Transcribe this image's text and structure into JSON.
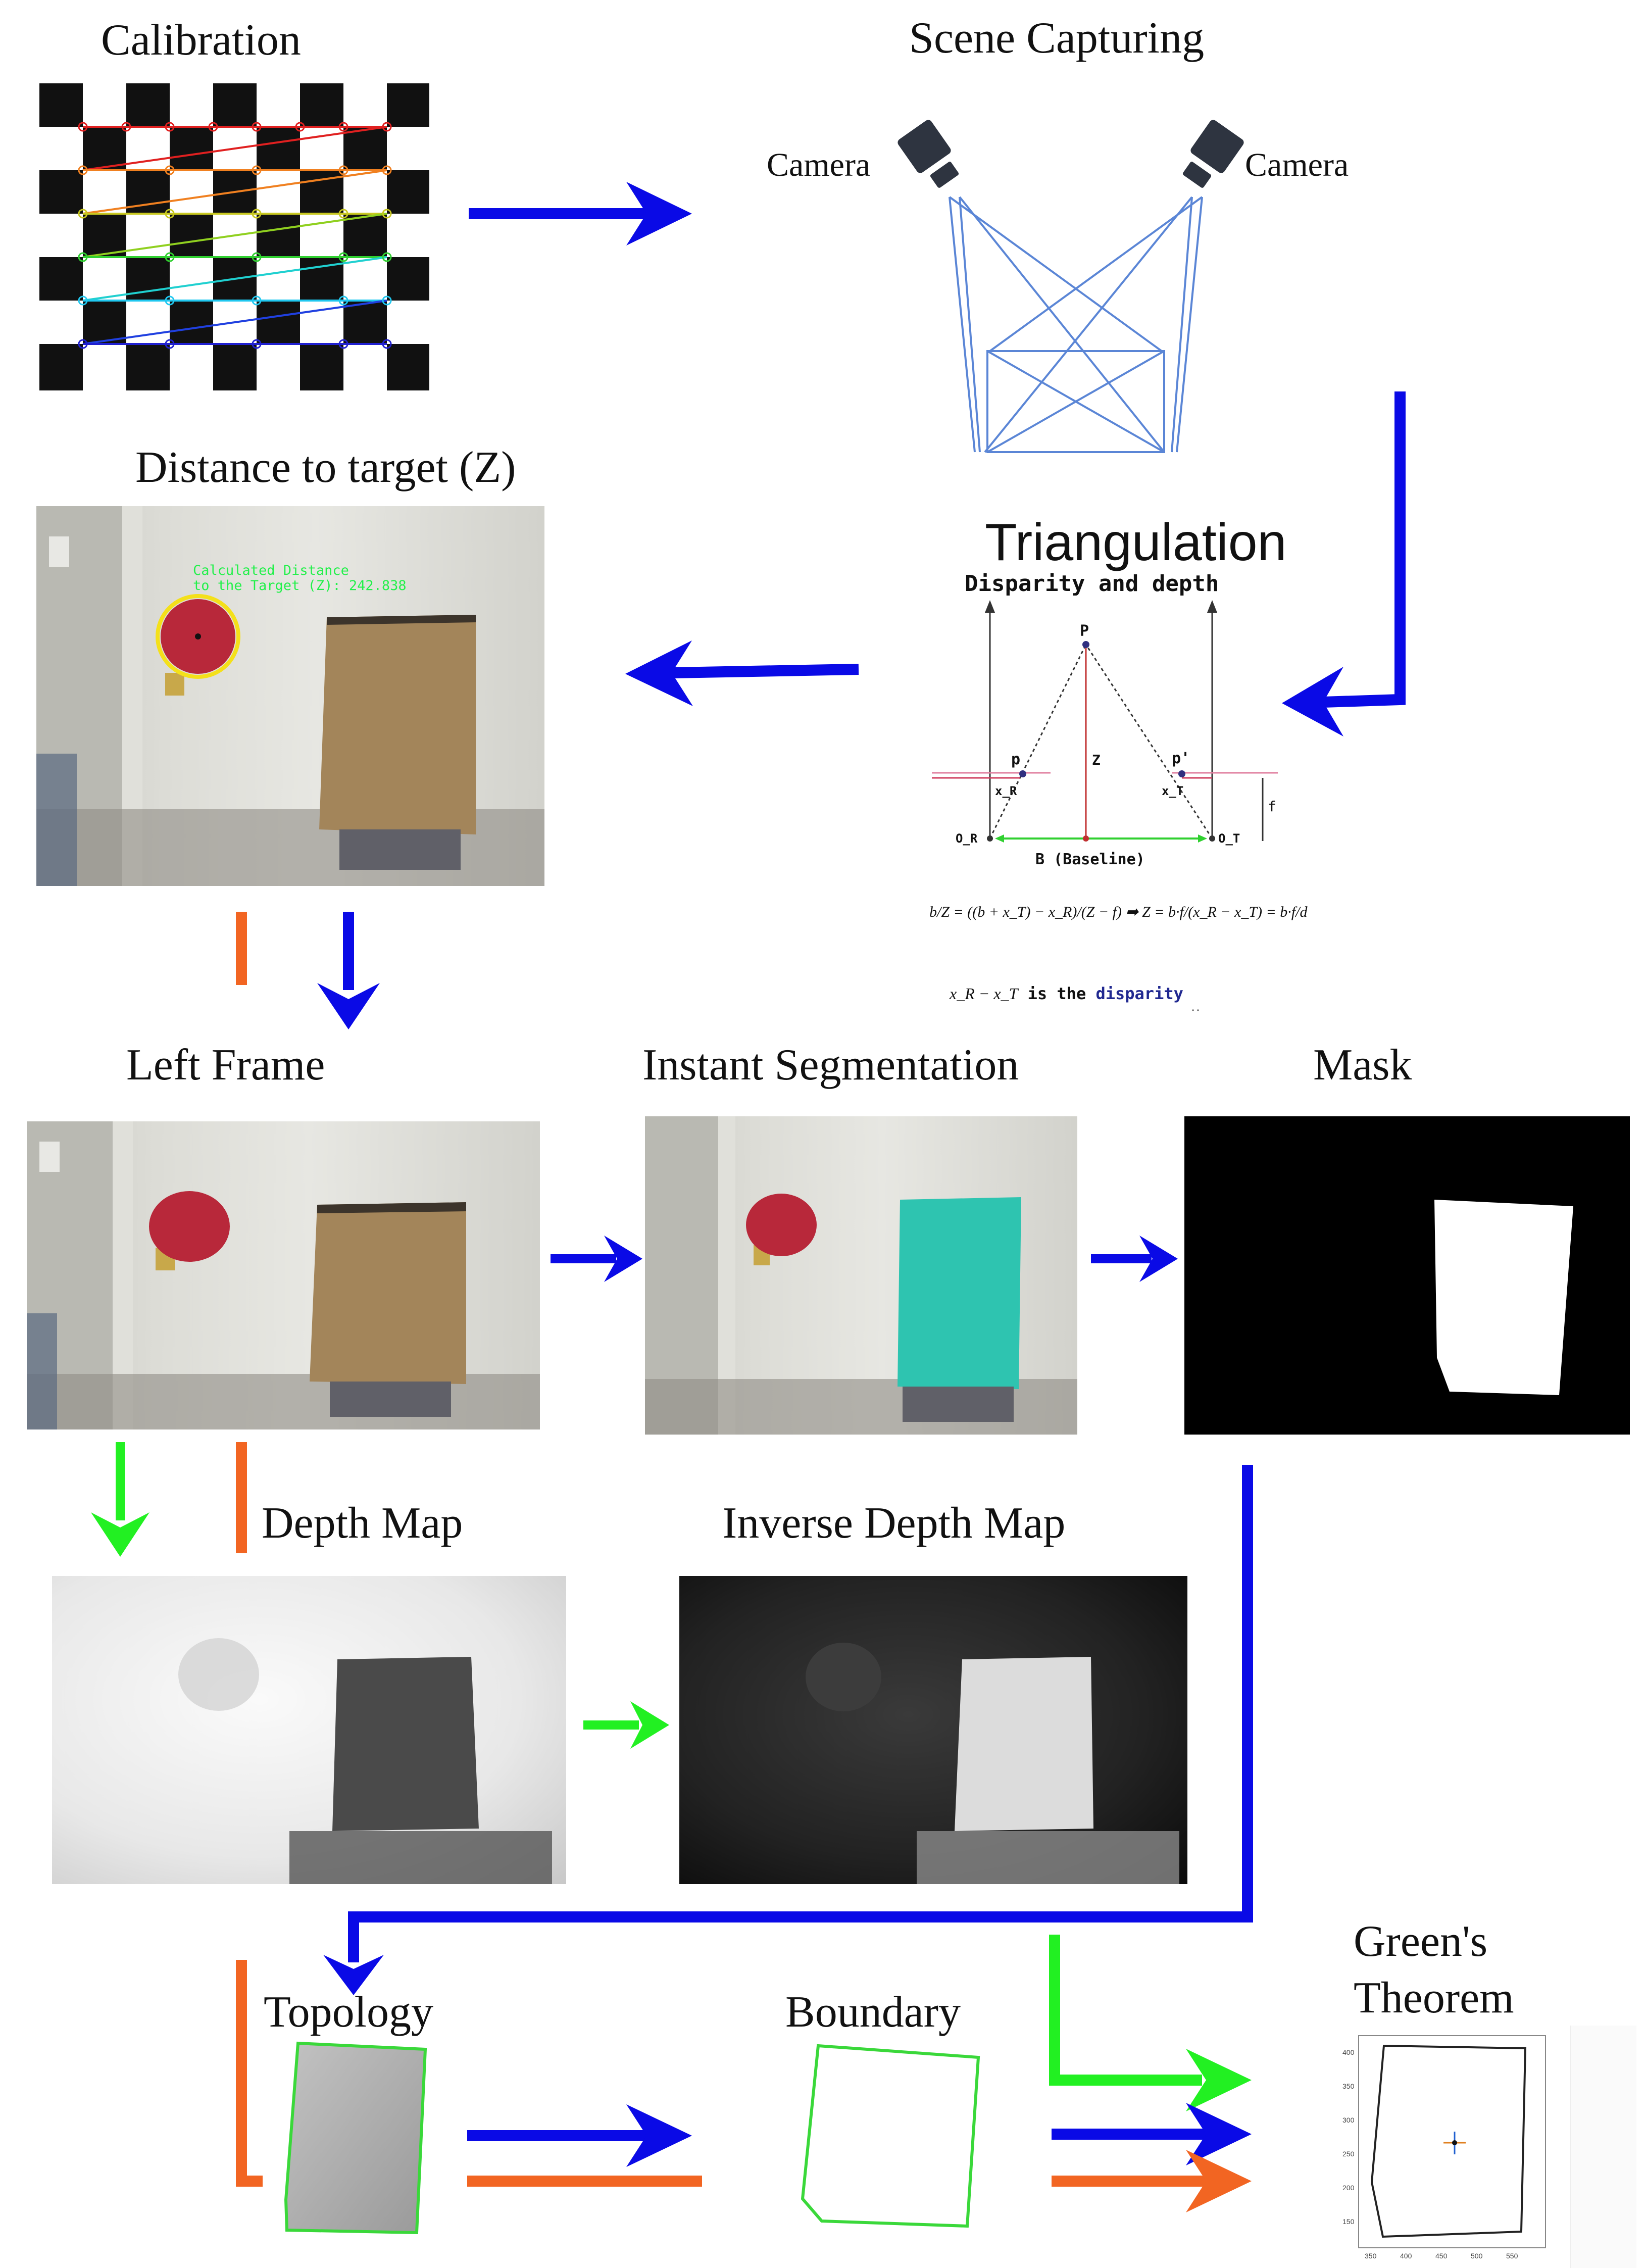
{
  "labels": {
    "calibration": "Calibration",
    "scene_capturing": "Scene Capturing",
    "camera_left": "Camera",
    "camera_right": "Camera",
    "distance_to_target": "Distance to target (Z)",
    "triangulation": "Triangulation",
    "left_frame": "Left Frame",
    "instant_segmentation": "Instant Segmentation",
    "mask": "Mask",
    "depth_map": "Depth Map",
    "inverse_depth_map": "Inverse Depth Map",
    "topology": "Topology",
    "boundary": "Boundary",
    "greens_theorem_line1": "Green's",
    "greens_theorem_line2": "Theorem"
  },
  "triangulation_figure": {
    "title": "Disparity and depth",
    "point_p": "P",
    "point_p_left": "p",
    "point_p_right": "p'",
    "z_label": "Z",
    "xr_label": "x_R",
    "xt_label": "x_T",
    "f_label": "f",
    "or_label": "O_R",
    "ot_label": "O_T",
    "baseline_label": "B (Baseline)",
    "formula": "b/Z = ((b + x_T) − x_R)/(Z − f)  ➡  Z = b·f/(x_R − x_T) = b·f/d",
    "disparity_prefix": "x_R − x_T",
    "disparity_mid": " is the ",
    "disparity_word": "disparity"
  },
  "distance_overlay": {
    "line1": "Calculated Distance",
    "line2": "to the Target (Z): 242.838"
  },
  "greens_plot": {
    "y_ticks": [
      "400",
      "350",
      "300",
      "250",
      "200",
      "150"
    ],
    "x_ticks": [
      "350",
      "400",
      "450",
      "500",
      "550"
    ]
  },
  "colors": {
    "flow_blue": "#0a0ae6",
    "flow_orange": "#f26522",
    "flow_green": "#22f022",
    "segmentation_cyan": "#2ec4b0",
    "boundary_green": "#3ad83a"
  }
}
